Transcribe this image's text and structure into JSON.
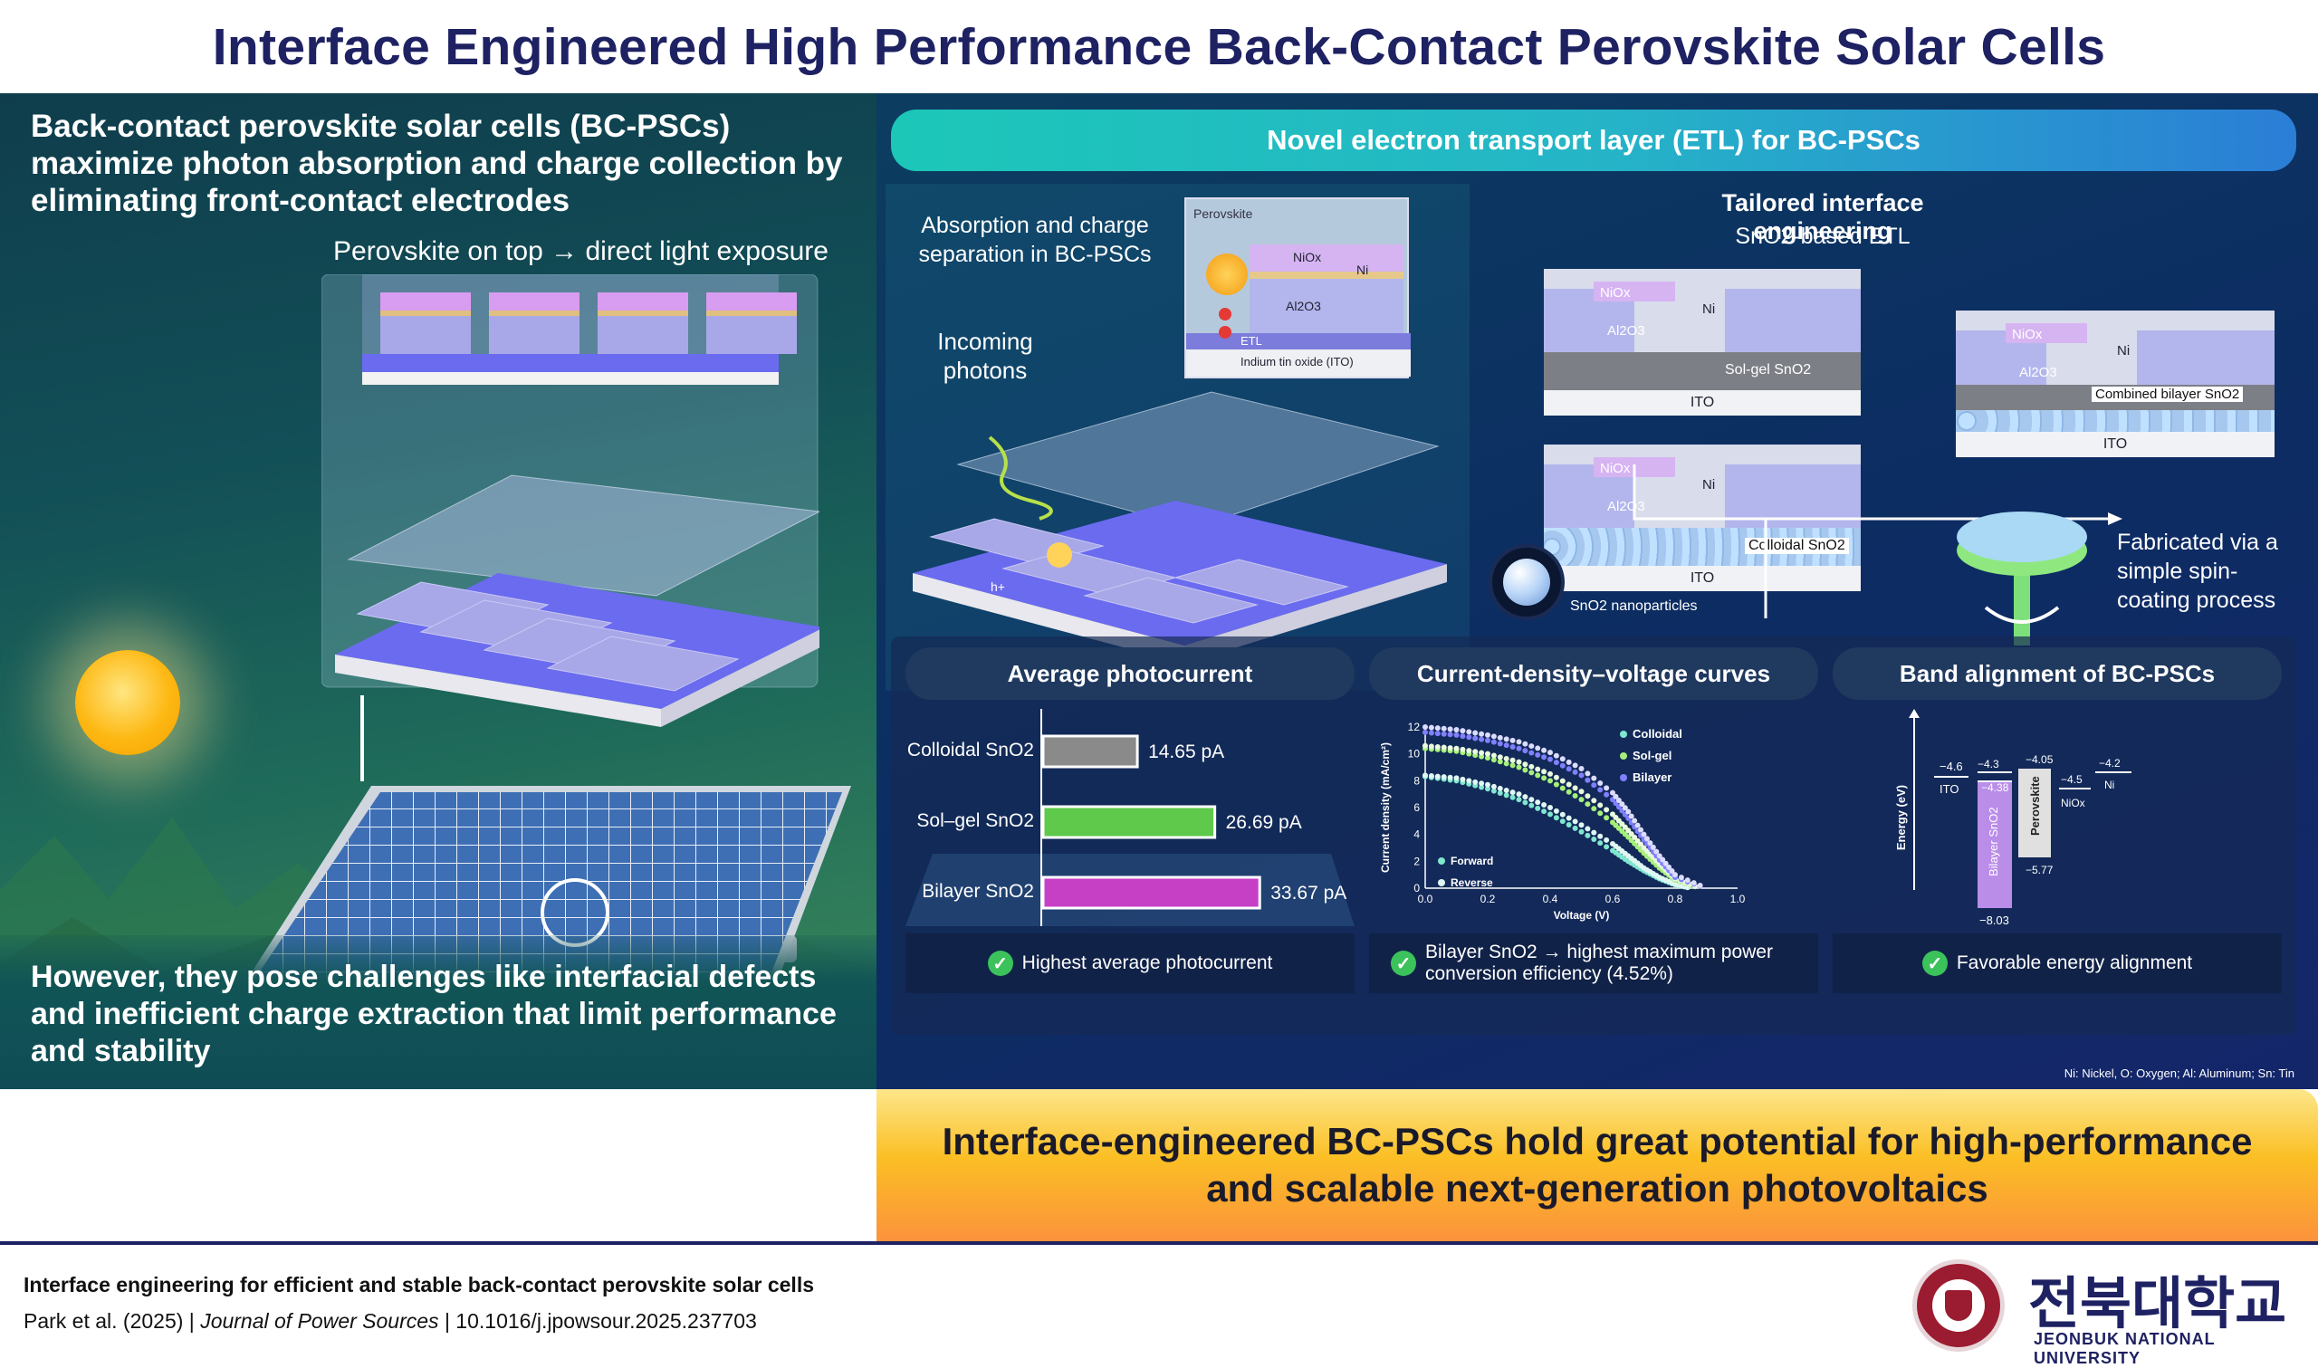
{
  "title": "Interface Engineered High Performance Back-Contact Perovskite Solar Cells",
  "left": {
    "intro": "Back-contact perovskite solar cells (BC-PSCs) maximize photon absorption and charge collection by eliminating front-contact electrodes",
    "perovskite_note": "Perovskite on top → direct light exposure",
    "challenge": "However, they pose challenges like interfacial defects and inefficient charge extraction that limit performance and stability"
  },
  "etl": {
    "header": "Novel electron transport layer (ETL) for BC-PSCs",
    "absorption_label": "Absorption and charge separation in BC-PSCs",
    "incoming_photons": "Incoming photons",
    "inset": {
      "perovskite": "Perovskite",
      "nio": "NiOx",
      "ni": "Ni",
      "al2o3": "Al2O3",
      "etl": "ETL",
      "ito": "Indium tin oxide (ITO)",
      "hole": "h+"
    },
    "tailored_title": "Tailored interface engineering",
    "tailored_sub": "SnO2-based ETL",
    "solgel_label": "Sol-gel SnO2",
    "colloidal_label": "Colloidal SnO2",
    "bilayer_label": "Combined bilayer SnO2",
    "ito": "ITO",
    "nanoparticles": "SnO2 nanoparticles",
    "fabricated": "Fabricated via a simple spin-coating process"
  },
  "photocurrent": {
    "title": "Average photocurrent",
    "check": "Highest average photocurrent"
  },
  "jv": {
    "title": "Current-density–voltage curves",
    "check": "Bilayer SnO2 → highest maximum power conversion efficiency (4.52%)"
  },
  "band": {
    "title": "Band alignment of BC-PSCs",
    "check": "Favorable energy alignment",
    "ylabel": "Energy (eV)",
    "labels": {
      "ito": "ITO",
      "ito_val": "−4.6",
      "bilayer": "Bilayer SnO2",
      "b_top1": "−4.3",
      "b_top2": "−4.38",
      "b_bot": "−8.03",
      "perov": "Perovskite",
      "p_top": "−4.05",
      "p_bot": "−5.77",
      "nio": "NiOx",
      "nio_val": "−4.5",
      "ni": "Ni",
      "ni_val": "−4.2"
    },
    "footnote": "Ni: Nickel, O: Oxygen; Al: Aluminum; Sn: Tin"
  },
  "conclusion": "Interface-engineered BC-PSCs hold great potential for high-performance and scalable next-generation photovoltaics",
  "footer": {
    "paper_title": "Interface engineering for efficient and stable back-contact perovskite solar cells",
    "citation_authors": "Park et al. (2025) |",
    "citation_journal": "Journal of Power Sources",
    "citation_doi": "| 10.1016/j.jpowsour.2025.237703",
    "uni_korean": "전북대학교",
    "uni_english": "JEONBUK NATIONAL UNIVERSITY"
  },
  "chart_data": [
    {
      "type": "bar",
      "orientation": "horizontal",
      "title": "Average photocurrent",
      "categories": [
        "Colloidal SnO2",
        "Sol–gel SnO2",
        "Bilayer SnO2"
      ],
      "values": [
        14.65,
        26.69,
        33.67
      ],
      "value_labels": [
        "14.65 pA",
        "26.69 pA",
        "33.67 pA"
      ],
      "unit": "pA",
      "colors": [
        "#8a8a8a",
        "#5ec94a",
        "#c640c6"
      ]
    },
    {
      "type": "scatter",
      "title": "Current-density–voltage curves",
      "xlabel": "Voltage (V)",
      "ylabel": "Current density (mA/cm²)",
      "xlim": [
        0,
        1.0
      ],
      "ylim": [
        0,
        12
      ],
      "xticks": [
        "0.0",
        "0.2",
        "0.4",
        "0.6",
        "0.8",
        "1.0"
      ],
      "yticks": [
        "0",
        "2",
        "4",
        "6",
        "8",
        "10",
        "12"
      ],
      "legend": [
        "Colloidal",
        "Sol-gel",
        "Bilayer"
      ],
      "legend_scan": [
        "Forward",
        "Reverse"
      ],
      "series": [
        {
          "name": "Colloidal",
          "scan": "Forward",
          "color": "#7fe6cf",
          "x": [
            0.0,
            0.1,
            0.2,
            0.3,
            0.4,
            0.5,
            0.6,
            0.65,
            0.7,
            0.75,
            0.8,
            0.85
          ],
          "y": [
            8.3,
            8.0,
            7.4,
            6.6,
            5.5,
            4.2,
            2.8,
            2.0,
            1.3,
            0.7,
            0.25,
            0.0
          ]
        },
        {
          "name": "Colloidal",
          "scan": "Reverse",
          "color": "#dff7f2",
          "x": [
            0.0,
            0.1,
            0.2,
            0.3,
            0.4,
            0.5,
            0.6,
            0.65,
            0.7,
            0.75,
            0.8,
            0.85
          ],
          "y": [
            8.4,
            8.2,
            7.7,
            7.0,
            6.0,
            4.7,
            3.3,
            2.4,
            1.5,
            0.8,
            0.3,
            0.0
          ]
        },
        {
          "name": "Sol-gel",
          "scan": "Forward",
          "color": "#a6f07a",
          "x": [
            0.0,
            0.1,
            0.2,
            0.3,
            0.4,
            0.5,
            0.6,
            0.65,
            0.7,
            0.75,
            0.8,
            0.88
          ],
          "y": [
            10.4,
            10.2,
            9.7,
            9.0,
            8.0,
            6.6,
            4.9,
            3.8,
            2.6,
            1.5,
            0.6,
            0.0
          ]
        },
        {
          "name": "Sol-gel",
          "scan": "Reverse",
          "color": "#e9fbdc",
          "x": [
            0.0,
            0.1,
            0.2,
            0.3,
            0.4,
            0.5,
            0.6,
            0.65,
            0.7,
            0.75,
            0.8,
            0.88
          ],
          "y": [
            10.6,
            10.4,
            10.0,
            9.4,
            8.5,
            7.2,
            5.5,
            4.3,
            3.0,
            1.8,
            0.7,
            0.0
          ]
        },
        {
          "name": "Bilayer",
          "scan": "Forward",
          "color": "#8080ff",
          "x": [
            0.0,
            0.1,
            0.2,
            0.3,
            0.4,
            0.5,
            0.6,
            0.65,
            0.7,
            0.75,
            0.8,
            0.9
          ],
          "y": [
            11.6,
            11.4,
            11.0,
            10.4,
            9.6,
            8.4,
            6.6,
            5.2,
            3.6,
            2.1,
            0.8,
            0.0
          ]
        },
        {
          "name": "Bilayer",
          "scan": "Reverse",
          "color": "#dcdcff",
          "x": [
            0.0,
            0.1,
            0.2,
            0.3,
            0.4,
            0.5,
            0.6,
            0.65,
            0.7,
            0.75,
            0.8,
            0.9
          ],
          "y": [
            12.0,
            11.8,
            11.4,
            10.9,
            10.1,
            8.9,
            7.1,
            5.7,
            4.0,
            2.4,
            1.0,
            0.0
          ]
        }
      ]
    }
  ],
  "colors": {
    "title": "#1e2162",
    "bilayer": "#c640c6",
    "solgel": "#5ec94a",
    "colloidal": "#8a8a8a",
    "check": "#3bc25b"
  }
}
